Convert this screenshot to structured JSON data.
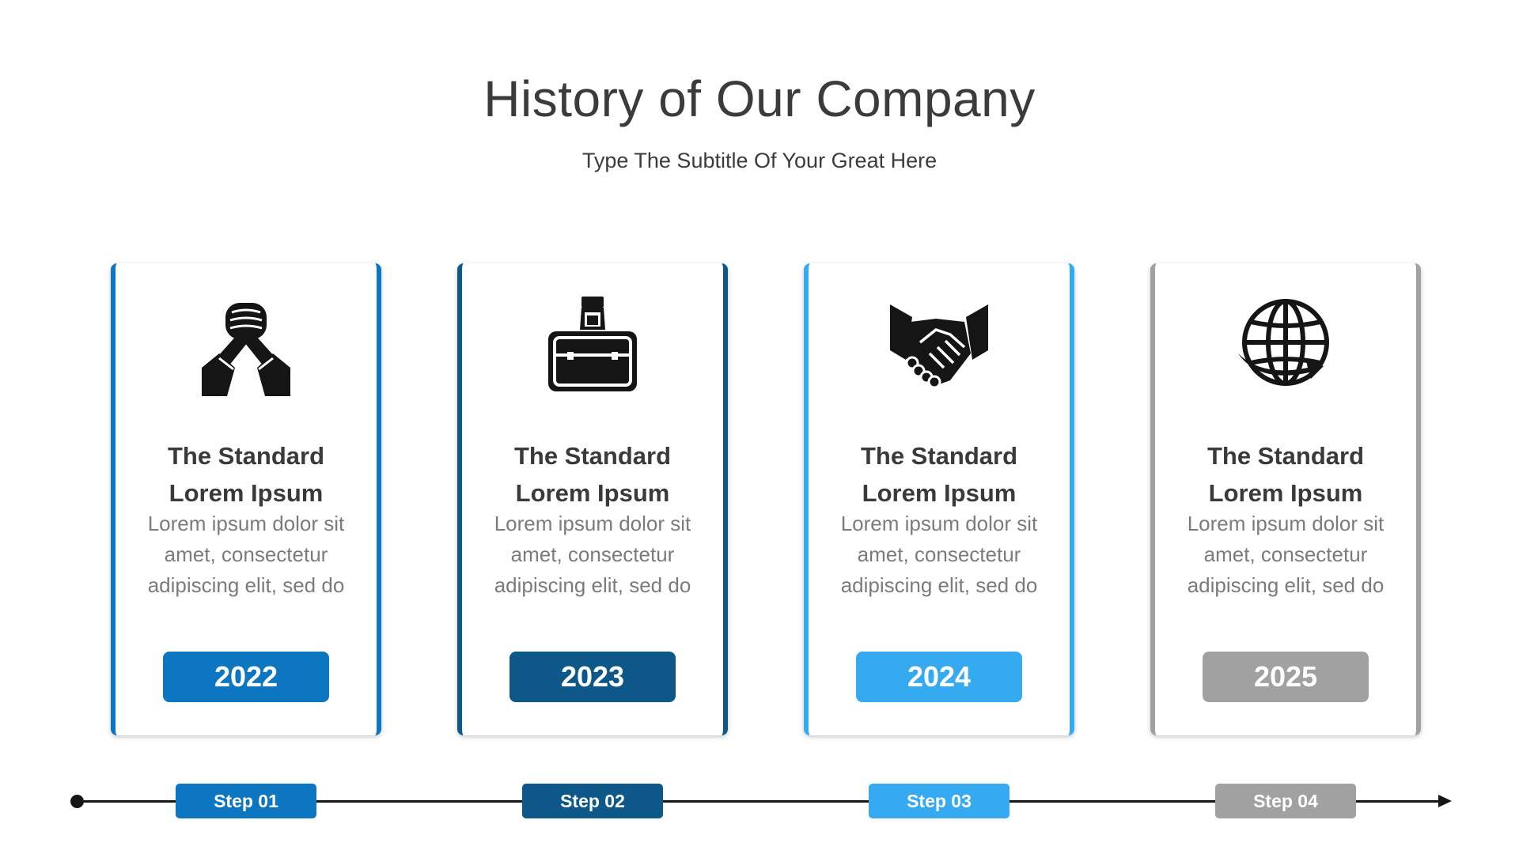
{
  "title": "History of Our Company",
  "subtitle": "Type The Subtitle Of Your Great Here",
  "cards": [
    {
      "icon": "handshake-arm-wrestle-icon",
      "heading_line1": "The Standard",
      "heading_line2": "Lorem Ipsum",
      "body_line1": "Lorem ipsum dolor sit",
      "body_line2": "amet, consectetur",
      "body_line3": "adipiscing elit, sed do",
      "year": "2022",
      "color": "#0c76c0"
    },
    {
      "icon": "briefcase-icon",
      "heading_line1": "The Standard",
      "heading_line2": "Lorem Ipsum",
      "body_line1": "Lorem ipsum dolor sit",
      "body_line2": "amet, consectetur",
      "body_line3": "adipiscing elit, sed do",
      "year": "2023",
      "color": "#0e5889"
    },
    {
      "icon": "handshake-icon",
      "heading_line1": "The Standard",
      "heading_line2": "Lorem Ipsum",
      "body_line1": "Lorem ipsum dolor sit",
      "body_line2": "amet, consectetur",
      "body_line3": "adipiscing elit, sed do",
      "year": "2024",
      "color": "#35aaf0"
    },
    {
      "icon": "globe-arrow-icon",
      "heading_line1": "The Standard",
      "heading_line2": "Lorem Ipsum",
      "body_line1": "Lorem ipsum dolor sit",
      "body_line2": "amet, consectetur",
      "body_line3": "adipiscing elit, sed do",
      "year": "2025",
      "color": "#a1a1a1"
    }
  ],
  "steps": [
    {
      "label": "Step 01",
      "color": "#0c76c0"
    },
    {
      "label": "Step 02",
      "color": "#0e5889"
    },
    {
      "label": "Step 03",
      "color": "#35aaf0"
    },
    {
      "label": "Step 04",
      "color": "#a1a1a1"
    }
  ]
}
